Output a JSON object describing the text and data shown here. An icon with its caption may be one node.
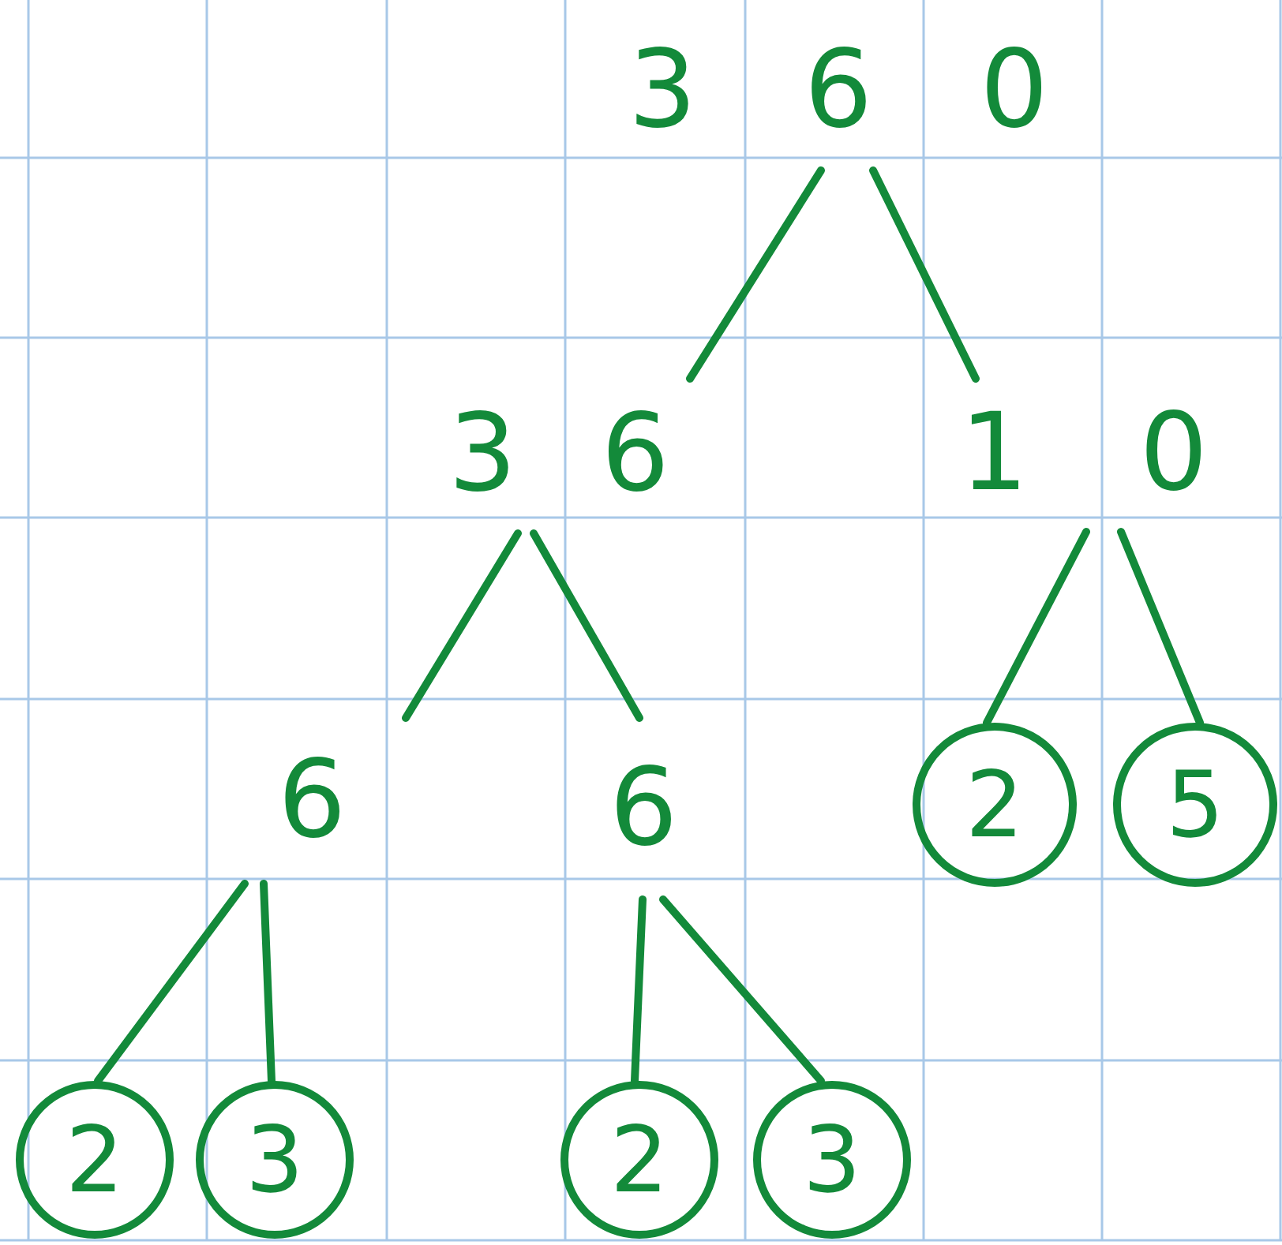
{
  "diagram": {
    "nodes": [
      {
        "text": [
          "360"
        ]
      },
      {
        "text": [
          "36"
        ]
      },
      {
        "text": [
          "10"
        ]
      },
      {
        "text": [
          "6"
        ]
      },
      {
        "text": [
          "6"
        ]
      },
      {
        "text": [
          "2"
        ]
      },
      {
        "text": [
          "5"
        ]
      },
      {
        "text": [
          "2"
        ]
      },
      {
        "text": [
          "3"
        ]
      },
      {
        "text": [
          "2"
        ]
      },
      {
        "text": [
          "3"
        ]
      }
    ],
    "edges": [
      {
        "from": 0,
        "to": 1,
        "arrow": "none"
      },
      {
        "from": 0,
        "to": 2,
        "arrow": "none"
      },
      {
        "from": 1,
        "to": 3,
        "arrow": "none"
      },
      {
        "from": 1,
        "to": 4,
        "arrow": "none"
      },
      {
        "from": 2,
        "to": 5,
        "arrow": "none"
      },
      {
        "from": 2,
        "to": 6,
        "arrow": "none"
      },
      {
        "from": 3,
        "to": 7,
        "arrow": "none"
      },
      {
        "from": 3,
        "to": 8,
        "arrow": "none"
      },
      {
        "from": 4,
        "to": 9,
        "arrow": "none"
      },
      {
        "from": 4,
        "to": 10,
        "arrow": "none"
      }
    ]
  }
}
